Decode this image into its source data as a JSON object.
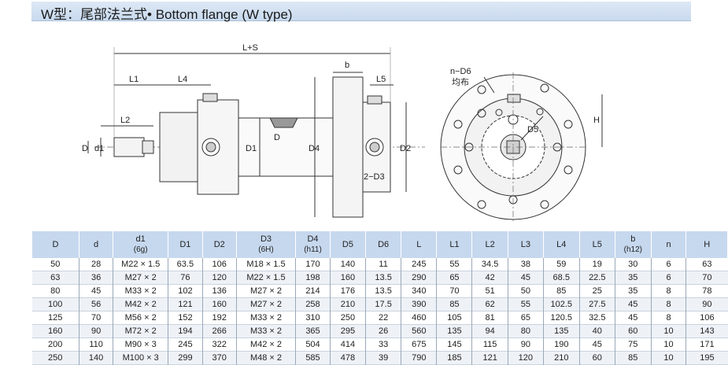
{
  "title": "W型：尾部法兰式• Bottom flange (W type)",
  "drawing": {
    "labels": {
      "ls": "L+S",
      "l1": "L1",
      "l4": "L4",
      "l2": "L2",
      "b": "b",
      "l5": "L5",
      "d": "D",
      "d1": "d1",
      "d1cap": "D1",
      "d4": "D4",
      "d2": "D2",
      "d3note": "2−D3",
      "nd6": "n−D6",
      "junbu": "均布",
      "d5": "D5",
      "h": "H"
    }
  },
  "table": {
    "headers": [
      {
        "main": "D",
        "sub": ""
      },
      {
        "main": "d",
        "sub": ""
      },
      {
        "main": "d1",
        "sub": "(6g)"
      },
      {
        "main": "D1",
        "sub": ""
      },
      {
        "main": "D2",
        "sub": ""
      },
      {
        "main": "D3",
        "sub": "(6H)"
      },
      {
        "main": "D4",
        "sub": "(h11)"
      },
      {
        "main": "D5",
        "sub": ""
      },
      {
        "main": "D6",
        "sub": ""
      },
      {
        "main": "L",
        "sub": ""
      },
      {
        "main": "L1",
        "sub": ""
      },
      {
        "main": "L2",
        "sub": ""
      },
      {
        "main": "L3",
        "sub": ""
      },
      {
        "main": "L4",
        "sub": ""
      },
      {
        "main": "L5",
        "sub": ""
      },
      {
        "main": "b",
        "sub": "(h12)"
      },
      {
        "main": "n",
        "sub": ""
      },
      {
        "main": "H",
        "sub": ""
      }
    ],
    "rows": [
      [
        "50",
        "28",
        "M22 × 1.5",
        "63.5",
        "106",
        "M18 × 1.5",
        "170",
        "140",
        "11",
        "245",
        "55",
        "34.5",
        "38",
        "59",
        "19",
        "30",
        "6",
        "63"
      ],
      [
        "63",
        "36",
        "M27 × 2",
        "76",
        "120",
        "M22 × 1.5",
        "198",
        "160",
        "13.5",
        "290",
        "65",
        "42",
        "45",
        "68.5",
        "22.5",
        "35",
        "6",
        "70"
      ],
      [
        "80",
        "45",
        "M33 × 2",
        "102",
        "136",
        "M27 × 2",
        "214",
        "176",
        "13.5",
        "340",
        "70",
        "51",
        "50",
        "85",
        "25",
        "35",
        "8",
        "78"
      ],
      [
        "100",
        "56",
        "M42 × 2",
        "121",
        "160",
        "M27 × 2",
        "258",
        "210",
        "17.5",
        "390",
        "85",
        "62",
        "55",
        "102.5",
        "27.5",
        "45",
        "8",
        "90"
      ],
      [
        "125",
        "70",
        "M56 × 2",
        "152",
        "192",
        "M33 × 2",
        "310",
        "250",
        "22",
        "460",
        "105",
        "81",
        "65",
        "120.5",
        "32.5",
        "45",
        "8",
        "106"
      ],
      [
        "160",
        "90",
        "M72 × 2",
        "194",
        "266",
        "M33 × 2",
        "365",
        "295",
        "26",
        "560",
        "135",
        "94",
        "80",
        "135",
        "40",
        "60",
        "10",
        "143"
      ],
      [
        "200",
        "110",
        "M90 × 3",
        "245",
        "322",
        "M42 × 2",
        "504",
        "414",
        "33",
        "675",
        "145",
        "115",
        "90",
        "190",
        "45",
        "75",
        "10",
        "171"
      ],
      [
        "250",
        "140",
        "M100 × 3",
        "299",
        "370",
        "M48 × 2",
        "585",
        "478",
        "39",
        "790",
        "185",
        "121",
        "120",
        "210",
        "60",
        "85",
        "10",
        "195"
      ]
    ]
  }
}
